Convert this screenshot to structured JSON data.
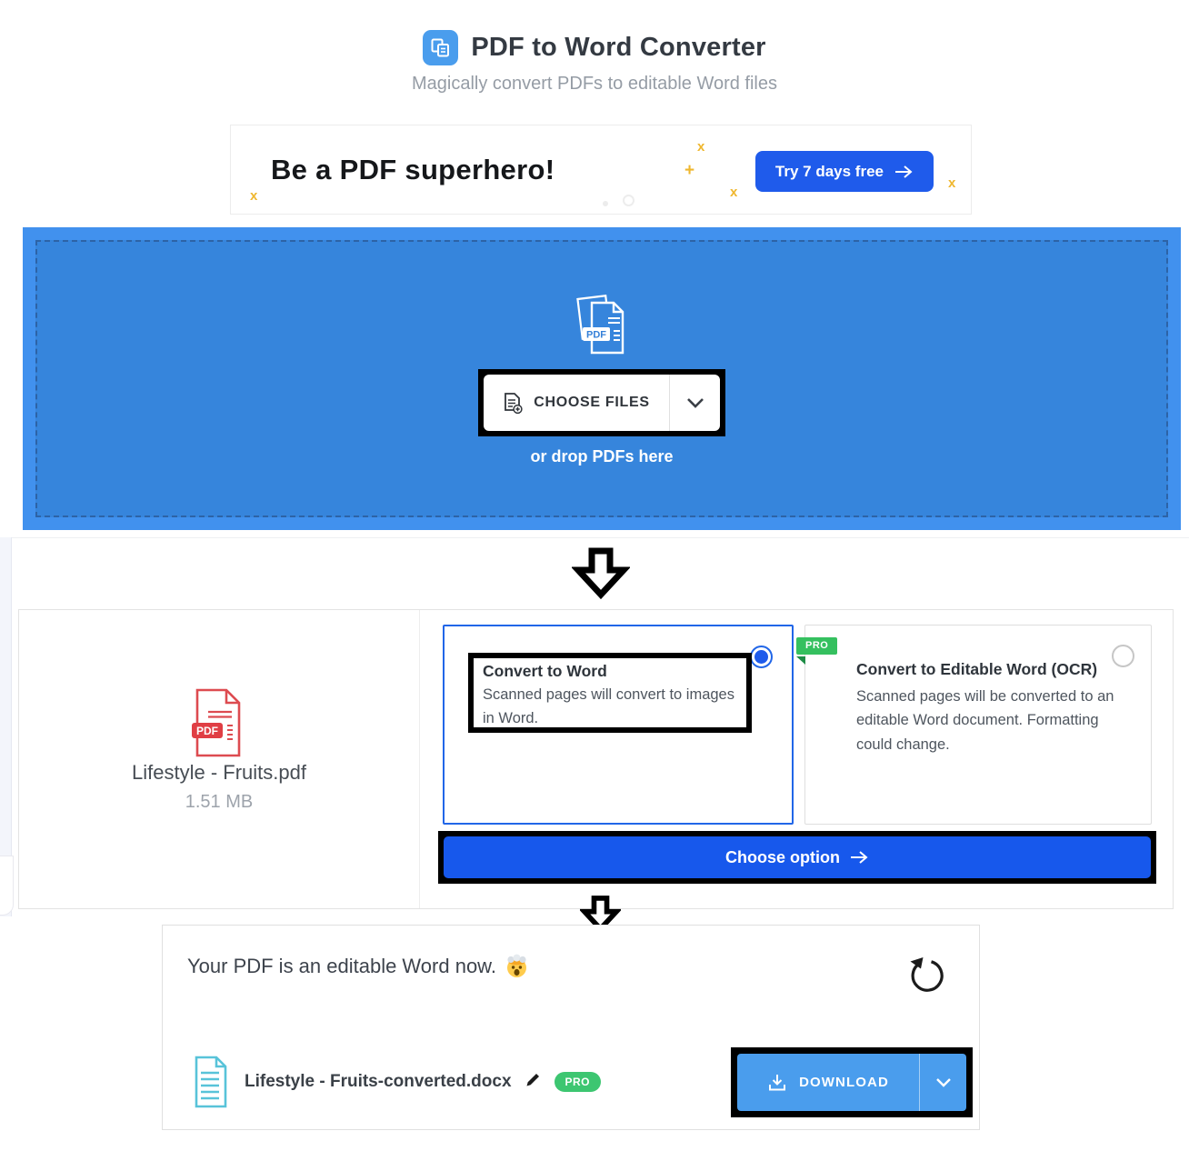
{
  "header": {
    "title": "PDF to Word Converter",
    "subtitle": "Magically convert PDFs to editable Word files"
  },
  "promo": {
    "headline": "Be a PDF superhero!",
    "cta_label": "Try 7 days free",
    "sparkles": [
      "x",
      "+",
      "x",
      "x",
      "x"
    ]
  },
  "dropzone": {
    "choose_files_label": "CHOOSE FILES",
    "drop_hint": "or drop PDFs here",
    "pdf_badge": "PDF"
  },
  "upload": {
    "file_name": "Lifestyle - Fruits.pdf",
    "file_size": "1.51 MB",
    "pdf_badge": "PDF"
  },
  "options": {
    "word": {
      "title": "Convert to Word",
      "description": "Scanned pages will convert to images in Word.",
      "selected": true
    },
    "ocr": {
      "title": "Convert to Editable Word (OCR)",
      "description": "Scanned pages will be converted to an editable Word document. Formatting could change.",
      "pro_badge": "PRO",
      "selected": false
    },
    "cta_label": "Choose option"
  },
  "result": {
    "title": "Your PDF is an editable Word now.",
    "emoji": "🤯",
    "file_name": "Lifestyle - Fruits-converted.docx",
    "pro_badge": "PRO",
    "download_label": "DOWNLOAD"
  },
  "colors": {
    "brand_blue": "#1f5beb",
    "light_blue": "#4a9ded",
    "dropzone_blue": "#4191ee",
    "dropzone_inner_blue": "#3685dc",
    "pro_green": "#35c05f",
    "pill_green": "#3dc671",
    "pdf_red": "#dd4b50",
    "docx_teal": "#58c3d9",
    "sparkle_yellow": "#efb72f",
    "annotation_black": "#000000"
  }
}
